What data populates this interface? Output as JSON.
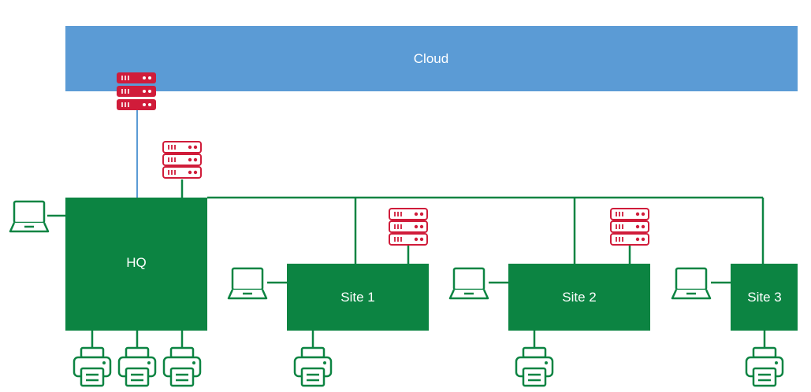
{
  "diagram": {
    "cloud": {
      "label": "Cloud",
      "color": "#5b9bd5"
    },
    "hq": {
      "label": "HQ"
    },
    "sites": [
      {
        "label": "Site 1"
      },
      {
        "label": "Site 2"
      },
      {
        "label": "Site 3"
      }
    ],
    "colors": {
      "site_fill": "#0c8442",
      "link_line": "#0c8442",
      "cloud_link_line": "#5b9bd5",
      "cloud_server": "#d01c3a",
      "server_outline": "#d01c3a",
      "device_outline": "#0c8442"
    },
    "icons": {
      "server": "server-rack-icon",
      "laptop": "laptop-icon",
      "printer": "printer-icon"
    }
  }
}
